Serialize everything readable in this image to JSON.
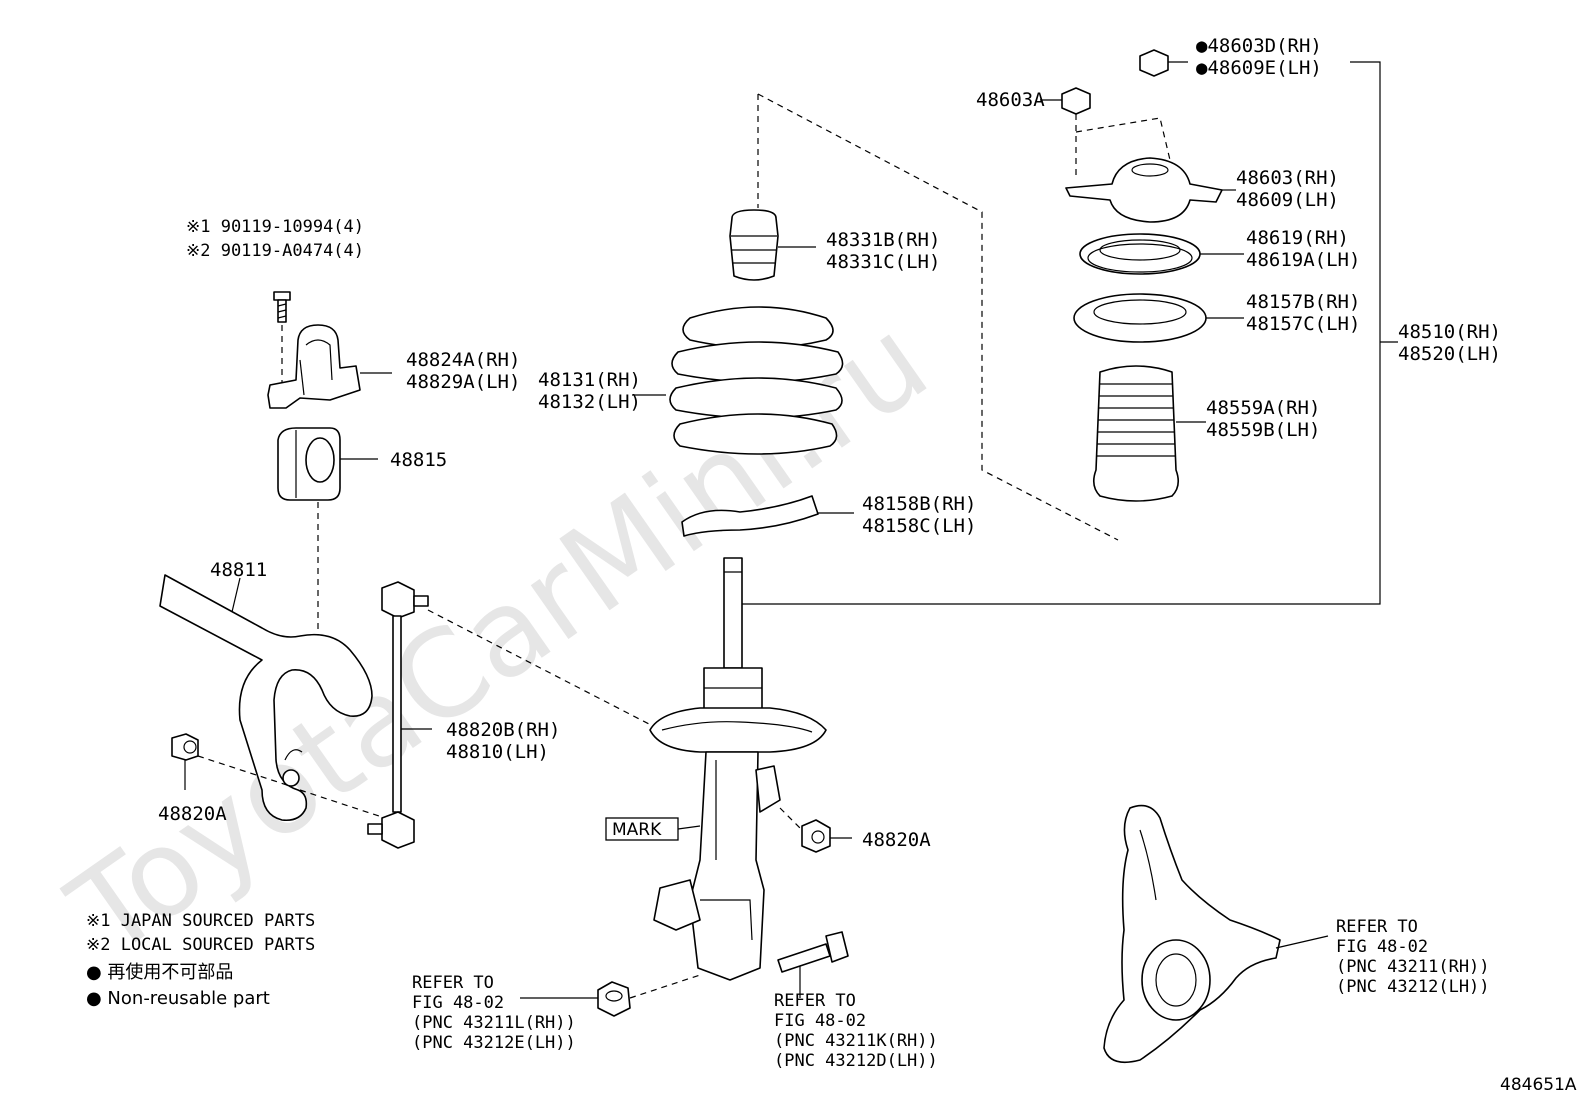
{
  "watermark": "ToyotaCarMini.ru",
  "diagram_id": "484651A",
  "notes": {
    "japan": "※1 JAPAN SOURCED PARTS",
    "local": "※2 LOCAL SOURCED PARTS",
    "non_reusable_jp": "● 再使用不可部品",
    "non_reusable_en": "● Non-reusable part"
  },
  "bolts": {
    "line1": "※1 90119-10994(4)",
    "line2": "※2 90119-A0474(4)"
  },
  "parts": {
    "bracket": [
      "48824A(RH)",
      "48829A(LH)"
    ],
    "bushing": "48815",
    "stabilizer_bar": "48811",
    "nut_left": "48820A",
    "link": [
      "48820B(RH)",
      "48810(LH)"
    ],
    "nut_right": "48820A",
    "mark": "MARK",
    "bumper": [
      "48331B(RH)",
      "48331C(LH)"
    ],
    "spring": [
      "48131(RH)",
      "48132(LH)"
    ],
    "insulator_lower": [
      "48158B(RH)",
      "48158C(LH)"
    ],
    "top_nut": "48603A",
    "top_nut_np": [
      "●48603D(RH)",
      "●48609E(LH)"
    ],
    "support": [
      "48603(RH)",
      "48609(LH)"
    ],
    "bearing": [
      "48619(RH)",
      "48619A(LH)"
    ],
    "insulator_upper": [
      "48157B(RH)",
      "48157C(LH)"
    ],
    "boot": [
      "48559A(RH)",
      "48559B(LH)"
    ],
    "strut_assy": [
      "48510(RH)",
      "48520(LH)"
    ]
  },
  "refs": {
    "nut_ref": [
      "REFER TO",
      "FIG 48-02",
      "(PNC 43211L(RH))",
      "(PNC 43212E(LH))"
    ],
    "bolt_ref": [
      "REFER TO",
      "FIG 48-02",
      "(PNC 43211K(RH))",
      "(PNC 43212D(LH))"
    ],
    "knuckle_ref": [
      "REFER TO",
      "FIG 48-02",
      "(PNC 43211(RH))",
      "(PNC 43212(LH))"
    ]
  }
}
